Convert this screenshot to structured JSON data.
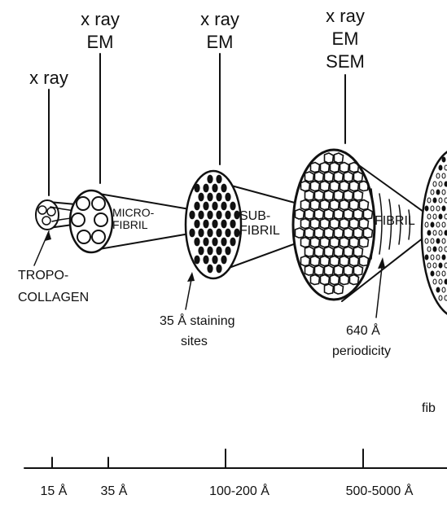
{
  "methods": {
    "tropocollagen": "x ray",
    "microfibril_1": "x ray",
    "microfibril_2": "EM",
    "subfibril_1": "x ray",
    "subfibril_2": "EM",
    "fibril_1": "x ray",
    "fibril_2": "EM",
    "fibril_3": "SEM"
  },
  "structures": {
    "tropocollagen_1": "TROPO-",
    "tropocollagen_2": "COLLAGEN",
    "microfibril_1": "MICRO-",
    "microfibril_2": "FIBRIL",
    "subfibril_1": "SUB-",
    "subfibril_2": "FIBRIL",
    "fibril": "FIBRIL",
    "fiber_partial": "fib"
  },
  "annotations": {
    "staining_1": "35 Å staining",
    "staining_2": "sites",
    "periodicity_1": "640 Å",
    "periodicity_2": "periodicity"
  },
  "scale": {
    "ticks": [
      "15 Å",
      "35 Å",
      "100-200 Å",
      "500-5000 Å"
    ]
  }
}
